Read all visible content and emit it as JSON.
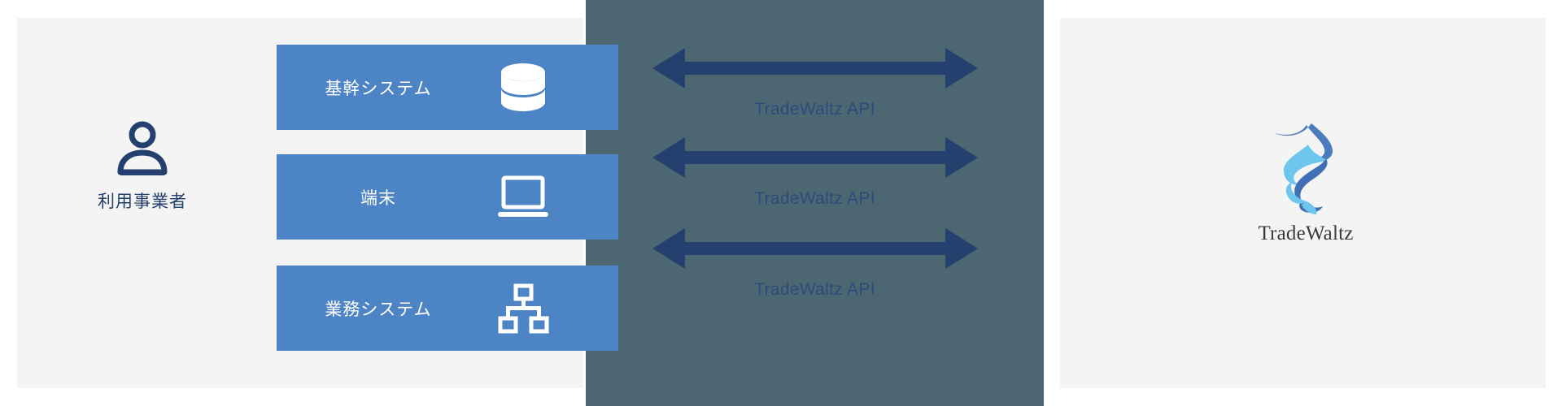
{
  "diagram": {
    "title": "TradeWaltz API connection diagram",
    "colors": {
      "panel_background": "#f4f4f4",
      "center_panel": "#4c6771",
      "system_box": "#4d84c6",
      "arrow_navy": "#24406e",
      "label_navy": "#2c4a7c",
      "brand_dark_blue": "#4a7cbe",
      "brand_light_blue": "#6ec6ef",
      "wordmark": "#3a3a3c"
    }
  },
  "actor": {
    "label": "利用事業者",
    "icon": "person-icon"
  },
  "systems": [
    {
      "label": "基幹システム",
      "icon": "database-icon"
    },
    {
      "label": "端末",
      "icon": "laptop-icon"
    },
    {
      "label": "業務システム",
      "icon": "sitemap-icon"
    }
  ],
  "connections": [
    {
      "label": "TradeWaltz API",
      "icon": "double-arrow-icon"
    },
    {
      "label": "TradeWaltz API",
      "icon": "double-arrow-icon"
    },
    {
      "label": "TradeWaltz API",
      "icon": "double-arrow-icon"
    }
  ],
  "brand": {
    "name": "TradeWaltz",
    "icon": "tradewaltz-logo-icon"
  }
}
